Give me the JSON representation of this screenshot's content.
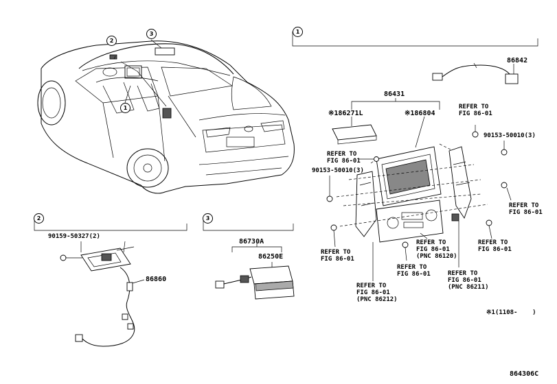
{
  "sections": {
    "s1": {
      "marker": "1"
    },
    "s2": {
      "marker": "2"
    },
    "s3": {
      "marker": "3"
    }
  },
  "car_callouts": [
    "2",
    "3",
    "1"
  ],
  "labels": {
    "p86842": "86842",
    "p86431": "86431",
    "p86271L": "※186271L",
    "p86804": "※186804",
    "ref_top_right": "REFER TO\nFIG 86-01",
    "bolt_9015350010_a": "90153-50010(3)",
    "ref_left_upper": "REFER TO\nFIG 86-01",
    "bolt_9015350010_b": "90153-50010(3)",
    "ref_right_mid": "REFER TO\nFIG 86-01",
    "ref_left_lower": "REFER TO\nFIG 86-01",
    "ref_pnc86120": "REFER TO\nFIG 86-01\n(PNC 86120)",
    "ref_right_low": "REFER TO\nFIG 86-01",
    "ref_bottom_mid": "REFER TO\nFIG 86-01",
    "ref_pnc86212": "REFER TO\nFIG 86-01\n(PNC 86212)",
    "ref_pnc86211": "REFER TO\nFIG 86-01\n(PNC 86211)",
    "bolt_9015950327": "90159-50327(2)",
    "p86860": "86860",
    "p86730A": "86730A",
    "p86250E": "86250E",
    "footnote": "※1(1108-    )",
    "fig_code": "864306C"
  }
}
